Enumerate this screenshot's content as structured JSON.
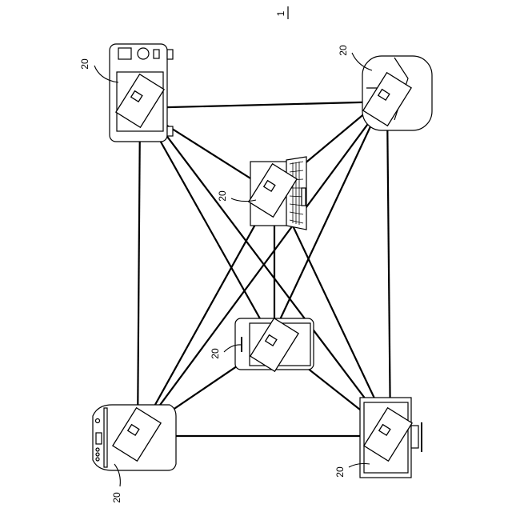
{
  "figure": {
    "system_ref": "1",
    "node_ref": "20"
  },
  "nodes": [
    {
      "id": "camera",
      "label": "20"
    },
    {
      "id": "router",
      "label": "20"
    },
    {
      "id": "laptop",
      "label": "20"
    },
    {
      "id": "tablet",
      "label": "20"
    },
    {
      "id": "phone",
      "label": "20"
    },
    {
      "id": "monitor",
      "label": "20"
    }
  ]
}
